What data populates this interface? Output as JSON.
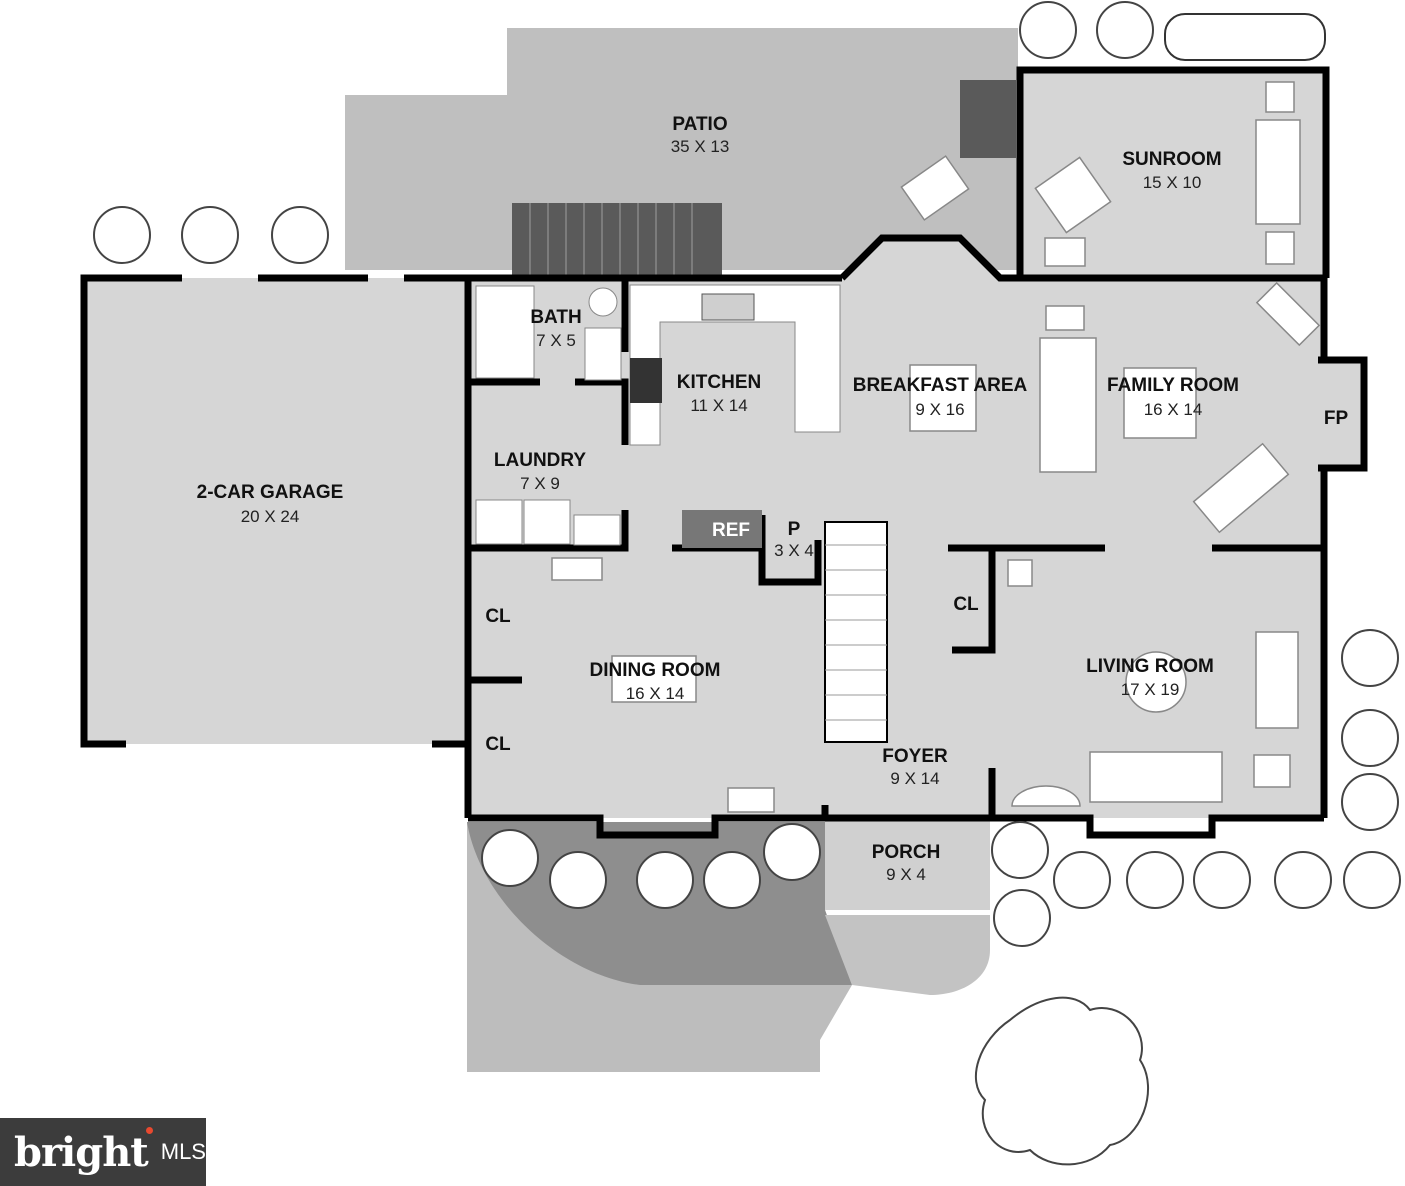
{
  "rooms": [
    {
      "id": "patio",
      "name": "PATIO",
      "dim": "35 X 13"
    },
    {
      "id": "sunroom",
      "name": "SUNROOM",
      "dim": "15 X 10"
    },
    {
      "id": "bath",
      "name": "BATH",
      "dim": "7 X 5"
    },
    {
      "id": "kitchen",
      "name": "KITCHEN",
      "dim": "11 X 14"
    },
    {
      "id": "breakfast",
      "name": "BREAKFAST AREA",
      "dim": "9 X 16"
    },
    {
      "id": "family",
      "name": "FAMILY ROOM",
      "dim": "16 X 14"
    },
    {
      "id": "garage",
      "name": "2-CAR GARAGE",
      "dim": "20 X 24"
    },
    {
      "id": "laundry",
      "name": "LAUNDRY",
      "dim": "7 X 9"
    },
    {
      "id": "pantry",
      "name": "P",
      "dim": "3 X 4"
    },
    {
      "id": "dining",
      "name": "DINING ROOM",
      "dim": "16 X 14"
    },
    {
      "id": "living",
      "name": "LIVING ROOM",
      "dim": "17 X 19"
    },
    {
      "id": "foyer",
      "name": "FOYER",
      "dim": "9 X 14"
    },
    {
      "id": "porch",
      "name": "PORCH",
      "dim": "9 X 4"
    }
  ],
  "labels": {
    "fp": "FP",
    "ref": "REF",
    "cl1": "CL",
    "cl2": "CL",
    "cl3": "CL"
  },
  "brand": {
    "name": "bright",
    "suffix": "MLS"
  },
  "colors": {
    "floor": "#d6d6d6",
    "wall": "#000000",
    "patio": "#bfbfbf",
    "stairs": "#555555"
  }
}
